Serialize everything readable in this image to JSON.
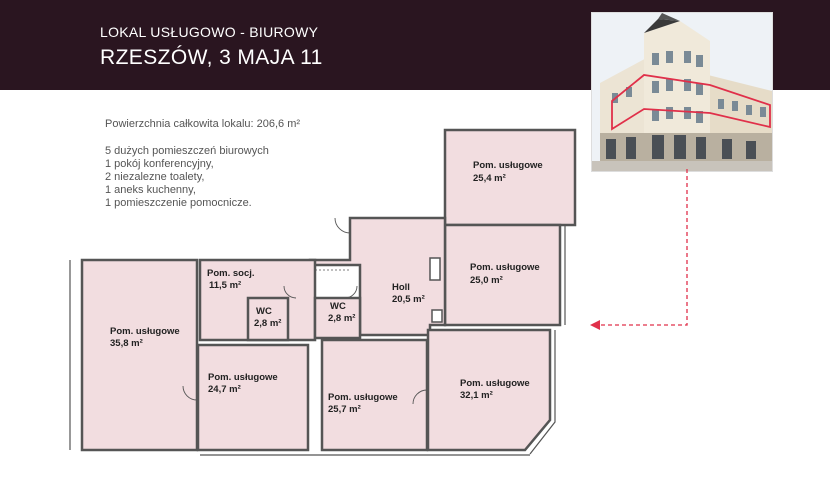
{
  "header": {
    "subtitle": "LOKAL USŁUGOWO - BIUROWY",
    "title": "RZESZÓW, 3 MAJA 11"
  },
  "info": {
    "total_area": "Powierzchnia całkowita lokalu: 206,6 m²",
    "lines": [
      "5 dużych pomieszczeń biurowych",
      "1 pokój konferencyjny,",
      "2 niezalezne toalety,",
      "1 aneks kuchenny,",
      "1 pomieszczenie pomocnicze."
    ]
  },
  "rooms": [
    {
      "name": "Pom. usługowe",
      "area": "25,4 m²"
    },
    {
      "name": "Pom. usługowe",
      "area": "25,0 m²"
    },
    {
      "name": "Holl",
      "area": "20,5 m²"
    },
    {
      "name": "Pom. socj.",
      "area": "11,5 m²"
    },
    {
      "name": "WC",
      "area": "2,8 m²"
    },
    {
      "name": "WC",
      "area": "2,8 m²"
    },
    {
      "name": "Pom. usługowe",
      "area": "35,8 m²"
    },
    {
      "name": "Pom. usługowe",
      "area": "24,7 m²"
    },
    {
      "name": "Pom. usługowe",
      "area": "25,7 m²"
    },
    {
      "name": "Pom. usługowe",
      "area": "32,1 m²"
    }
  ],
  "colors": {
    "header_bg": "#2a1520",
    "room_fill": "#f2dde0",
    "wall": "#555555",
    "pointer": "#e0304a"
  }
}
